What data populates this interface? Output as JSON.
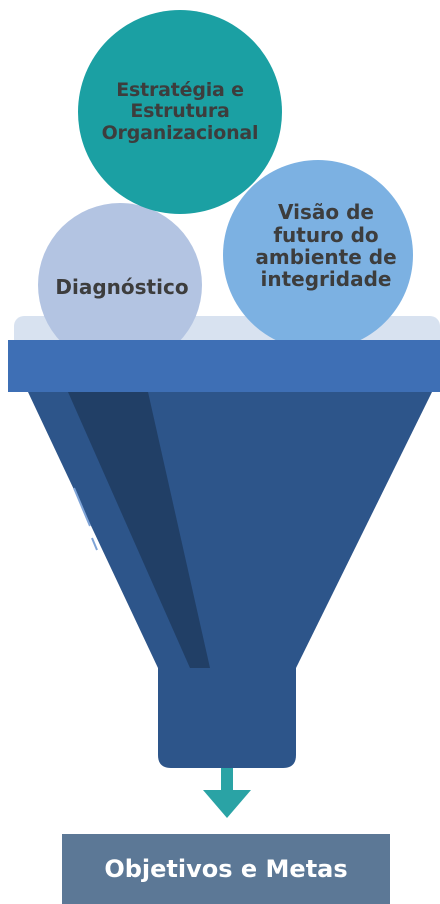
{
  "diagram": {
    "bubbles": {
      "strategy": "Estratégia e Estrutura Organizacional",
      "vision": "Visão de futuro do ambiente de integridade",
      "diagnostic": "Diagnóstico"
    },
    "result": "Objetivos e Metas"
  },
  "colors": {
    "strategy_bubble": "#1ba0a3",
    "vision_bubble": "#7cb1e2",
    "diagnostic_bubble": "#b3c4e2",
    "funnel_rim": "#3e6fb5",
    "funnel_body": "#2d558a",
    "funnel_shadow": "#213f66",
    "arrow": "#2aa3a5",
    "result_box": "#5c7896"
  }
}
